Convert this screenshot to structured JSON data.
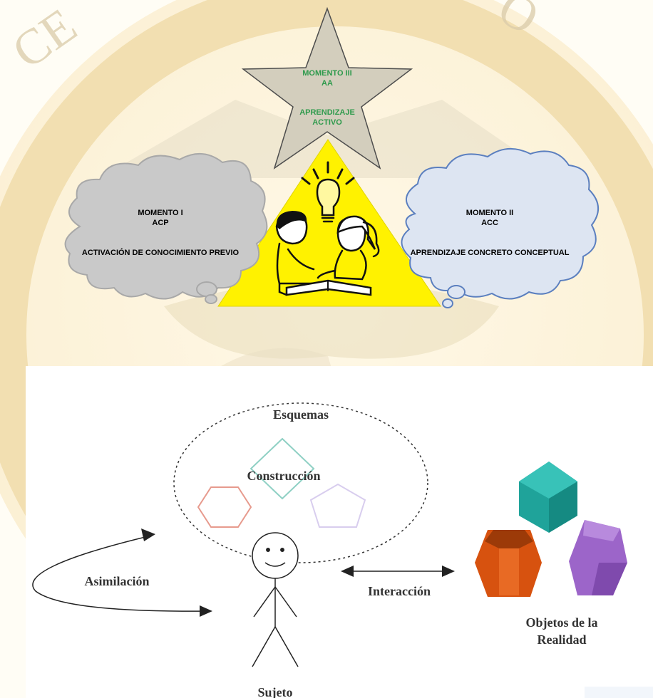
{
  "watermark": {
    "seal_text": "CE          O"
  },
  "top_diagram": {
    "star": {
      "lines": [
        "MOMENTO III",
        "AA",
        "",
        "APRENDIZAJE",
        "ACTIVO"
      ],
      "text_color": "#2e9a4c",
      "fill": "#d3cebd"
    },
    "cloud_left": {
      "lines": [
        "MOMENTO I",
        "ACP",
        "",
        "ACTIVACIÓN DE CONOCIMIENTO PREVIO"
      ],
      "fill": "#c9c9c9"
    },
    "cloud_right": {
      "lines": [
        "MOMENTO II",
        "ACC",
        "",
        "APRENDIZAJE  CONCRETO CONCEPTUAL"
      ],
      "fill": "#dde5f2",
      "stroke": "#5b7fbf"
    },
    "triangle": {
      "fill": "#fff200",
      "illustration": "children-reading-with-lightbulb-icon"
    }
  },
  "bottom_diagram": {
    "esquemas": "Esquemas",
    "construccion": "Construcción",
    "asimilacion": "Asimilación",
    "interaccion": "Interacción",
    "objetos_line1": "Objetos de la",
    "objetos_line2": "Realidad",
    "sujeto": "Sujeto",
    "colors": {
      "cube": "#1fa39a",
      "hexagon": "#d7520f",
      "pentagon": "#9c65c9"
    }
  }
}
